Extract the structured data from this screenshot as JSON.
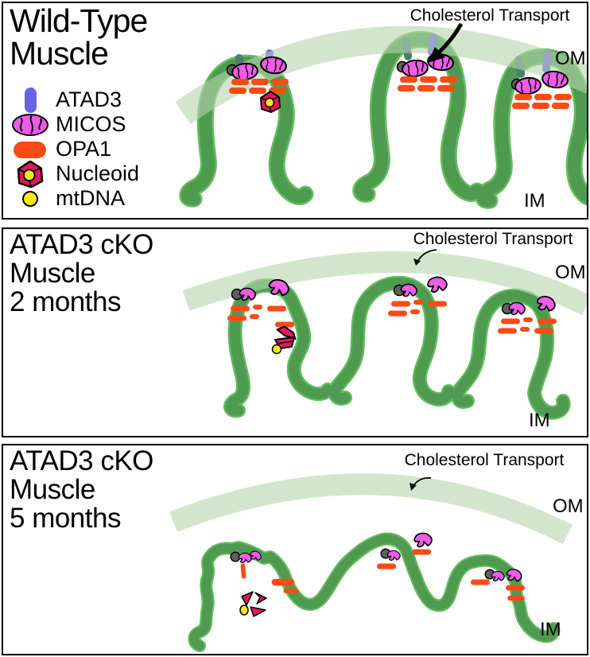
{
  "colors": {
    "im_fill": "#4e9b50",
    "im_edge": "#65bd5f",
    "om_band": "#b7d3ae",
    "atad3_blue": "#6a62e8",
    "atad3_teal": "#47806e",
    "micos_magenta": "#ee5ce8",
    "micos_gray": "#5e5e5e",
    "opa1_orange": "#fa4a15",
    "nucleoid_red": "#e0185c",
    "mtdna_yellow": "#f6ea16",
    "outline": "#000000"
  },
  "panels": {
    "p1": {
      "title_lines": [
        "Wild-Type",
        "Muscle"
      ],
      "cholesterol_label": "Cholesterol Transport",
      "om_label": "OM",
      "im_label": "IM"
    },
    "p2": {
      "title_lines": [
        "ATAD3 cKO",
        "Muscle",
        "2 months"
      ],
      "cholesterol_label": "Cholesterol Transport",
      "om_label": "OM",
      "im_label": "IM"
    },
    "p3": {
      "title_lines": [
        "ATAD3 cKO",
        "Muscle",
        "5 months"
      ],
      "cholesterol_label": "Cholesterol Transport",
      "om_label": "OM",
      "im_label": "IM"
    }
  },
  "legend": {
    "items": [
      {
        "id": "atad3",
        "label": "ATAD3"
      },
      {
        "id": "micos",
        "label": "MICOS"
      },
      {
        "id": "opa1",
        "label": "OPA1"
      },
      {
        "id": "nucleoid",
        "label": "Nucleoid"
      },
      {
        "id": "mtdna",
        "label": "mtDNA"
      }
    ]
  }
}
